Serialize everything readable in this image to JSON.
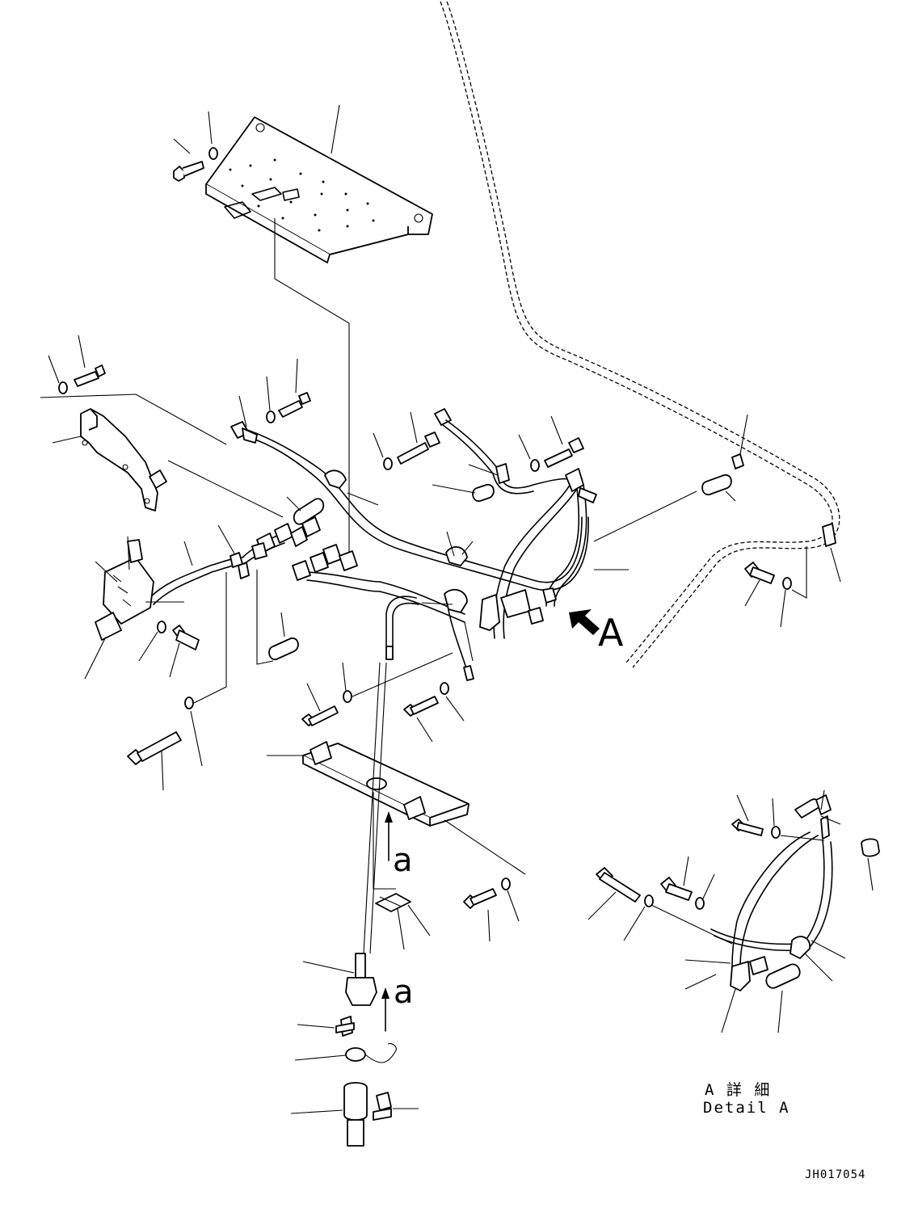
{
  "labels": {
    "view_arrow_letter": "A",
    "section_arrow_upper": "a",
    "section_arrow_lower": "a",
    "detail_title_jp": "A 詳 細",
    "detail_title_en": "Detail A",
    "drawing_code": "JH017054"
  }
}
